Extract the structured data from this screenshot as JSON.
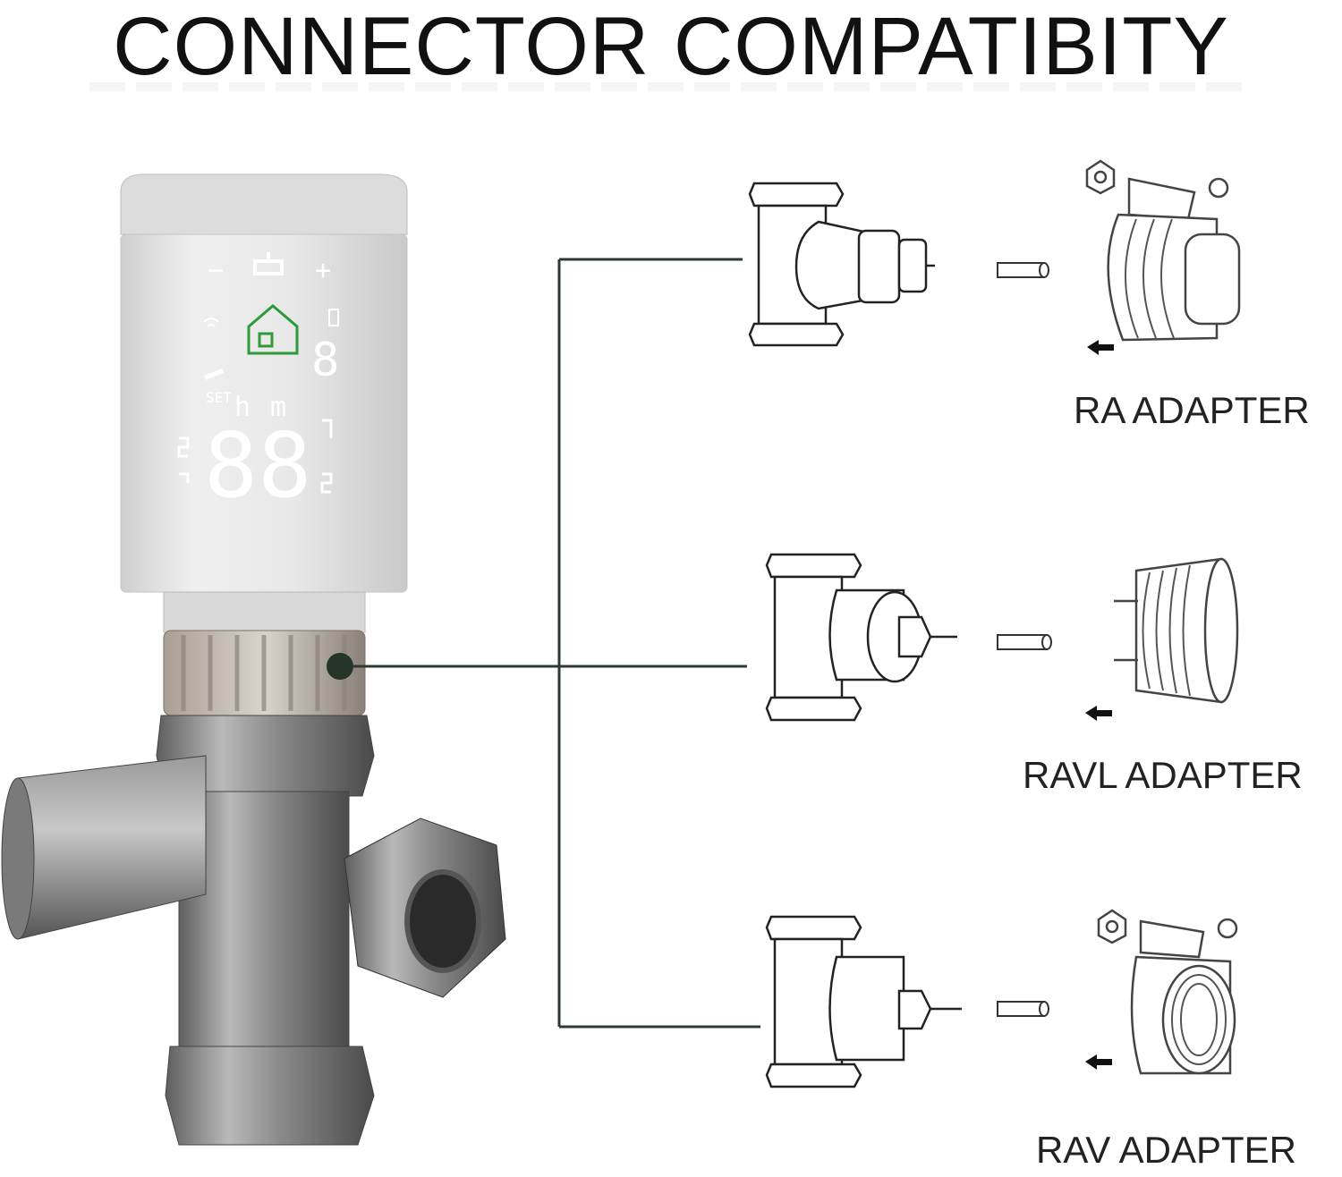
{
  "title": "CONNECTOR COMPATIBITY",
  "adapters": [
    {
      "label": "RA ADAPTER"
    },
    {
      "label": "RAVL ADAPTER"
    },
    {
      "label": "RAV ADAPTER"
    }
  ],
  "display": {
    "minus": "−",
    "plus": "+",
    "digits_small": "8",
    "digits_large": "88",
    "set_label": "SET",
    "h_label": "h",
    "m_label": "m"
  },
  "colors": {
    "line": "#2f3a34",
    "connector_dot": "#253528",
    "home_icon": "#2e9b3a",
    "device_body": "#e6e6e6",
    "metal": "#8d8d8d"
  }
}
